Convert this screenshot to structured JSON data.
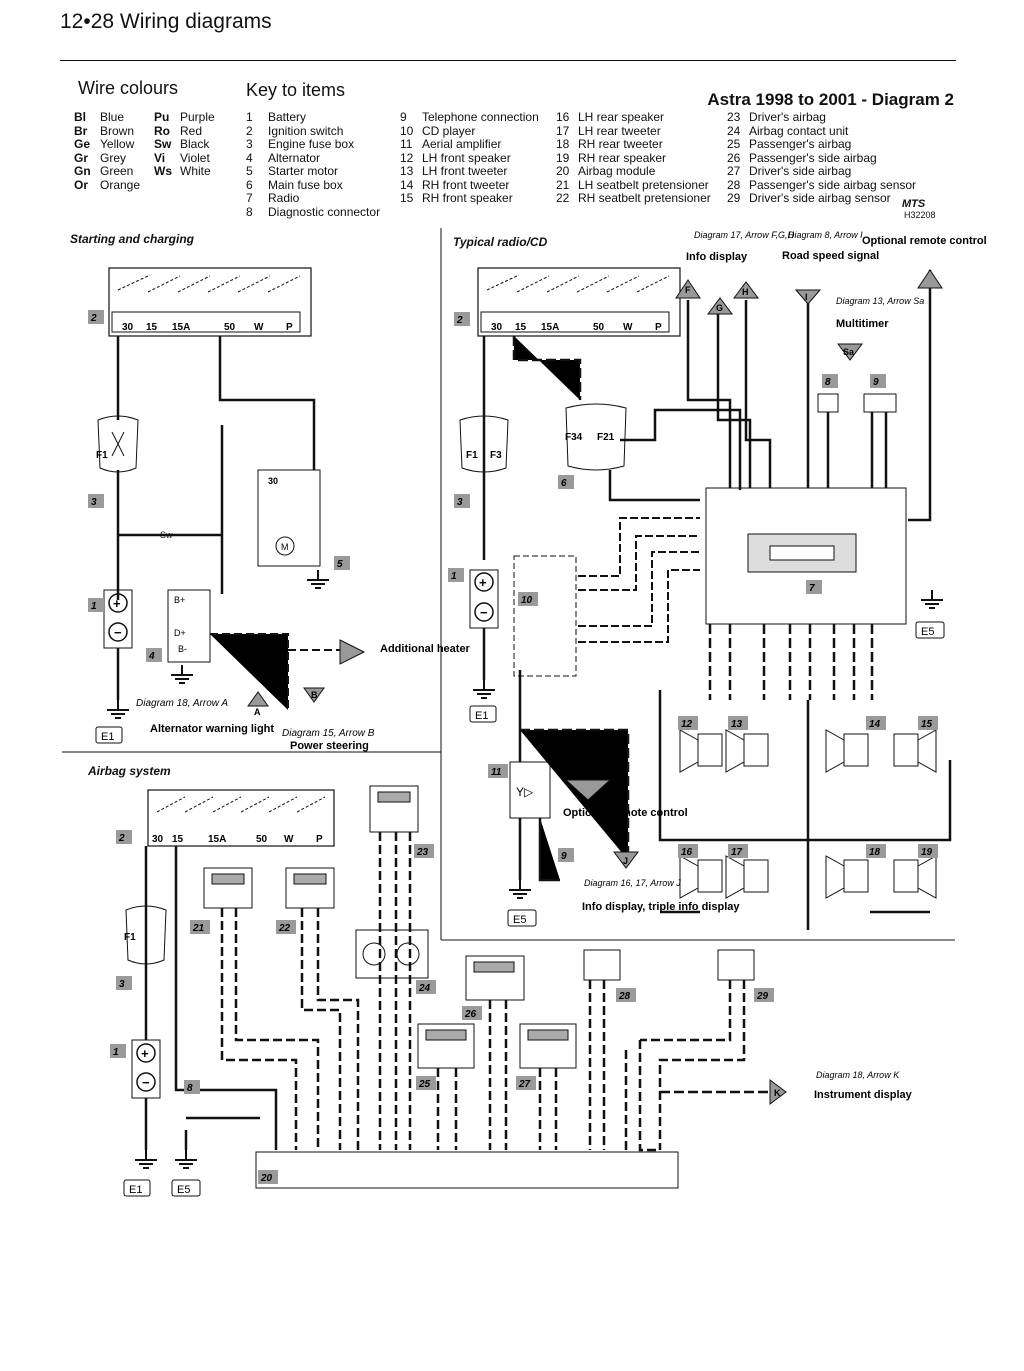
{
  "header": {
    "title": "12•28 Wiring diagrams"
  },
  "wire_colours": {
    "title": "Wire colours",
    "left": [
      {
        "code": "Bl",
        "name": "Blue"
      },
      {
        "code": "Br",
        "name": "Brown"
      },
      {
        "code": "Ge",
        "name": "Yellow"
      },
      {
        "code": "Gr",
        "name": "Grey"
      },
      {
        "code": "Gn",
        "name": "Green"
      },
      {
        "code": "Or",
        "name": "Orange"
      }
    ],
    "right": [
      {
        "code": "Pu",
        "name": "Purple"
      },
      {
        "code": "Ro",
        "name": "Red"
      },
      {
        "code": "Sw",
        "name": "Black"
      },
      {
        "code": "Vi",
        "name": "Violet"
      },
      {
        "code": "Ws",
        "name": "White"
      }
    ]
  },
  "key_to_items": {
    "title": "Key to items",
    "col1": [
      {
        "n": "1",
        "t": "Battery"
      },
      {
        "n": "2",
        "t": "Ignition switch"
      },
      {
        "n": "3",
        "t": "Engine fuse box"
      },
      {
        "n": "4",
        "t": "Alternator"
      },
      {
        "n": "5",
        "t": "Starter motor"
      },
      {
        "n": "6",
        "t": "Main fuse box"
      },
      {
        "n": "7",
        "t": "Radio"
      },
      {
        "n": "8",
        "t": "Diagnostic connector"
      }
    ],
    "col2": [
      {
        "n": "9",
        "t": "Telephone connection"
      },
      {
        "n": "10",
        "t": "CD player"
      },
      {
        "n": "11",
        "t": "Aerial amplifier"
      },
      {
        "n": "12",
        "t": "LH front speaker"
      },
      {
        "n": "13",
        "t": "LH front tweeter"
      },
      {
        "n": "14",
        "t": "RH front tweeter"
      },
      {
        "n": "15",
        "t": "RH front speaker"
      }
    ],
    "col3": [
      {
        "n": "16",
        "t": "LH rear speaker"
      },
      {
        "n": "17",
        "t": "LH rear tweeter"
      },
      {
        "n": "18",
        "t": "RH rear tweeter"
      },
      {
        "n": "19",
        "t": "RH rear speaker"
      },
      {
        "n": "20",
        "t": "Airbag module"
      },
      {
        "n": "21",
        "t": "LH seatbelt pretensioner"
      },
      {
        "n": "22",
        "t": "RH seatbelt pretensioner"
      }
    ],
    "col4": [
      {
        "n": "23",
        "t": "Driver's airbag"
      },
      {
        "n": "24",
        "t": "Airbag contact unit"
      },
      {
        "n": "25",
        "t": "Passenger's airbag"
      },
      {
        "n": "26",
        "t": "Passenger's side airbag"
      },
      {
        "n": "27",
        "t": "Driver's side airbag"
      },
      {
        "n": "28",
        "t": "Passenger's side airbag sensor"
      },
      {
        "n": "29",
        "t": "Driver's side airbag sensor"
      }
    ]
  },
  "diagram_title": "Astra 1998 to 2001 - Diagram 2",
  "mts": {
    "logo": "MTS",
    "code": "H32208"
  },
  "sections": {
    "starting": "Starting and charging",
    "radio": "Typical radio/CD",
    "airbag": "Airbag system"
  },
  "labels": {
    "additional_heater": "Additional heater",
    "diag18a": "Diagram 18, Arrow A",
    "alt_warning": "Alternator warning light",
    "diag15b": "Diagram 15, Arrow B",
    "power_steering": "Power steering",
    "diag17": "Diagram 17, Arrow F,G,H",
    "info_display": "Info display",
    "diag8": "Diagram 8, Arrow I",
    "road_speed": "Road speed signal",
    "opt_remote_top": "Optional remote control",
    "diag13": "Diagram 13, Arrow Sa",
    "multitimer": "Multitimer",
    "opt_remote_mid": "Optional remote control",
    "diag1617": "Diagram 16, 17, Arrow J",
    "info_triple": "Info display, triple info display",
    "diag18k": "Diagram 18, Arrow K",
    "instrument_display": "Instrument display"
  },
  "item_tags": [
    "1",
    "2",
    "3",
    "4",
    "5",
    "6",
    "7",
    "8",
    "9",
    "10",
    "11",
    "12",
    "13",
    "14",
    "15",
    "16",
    "17",
    "18",
    "19",
    "20",
    "21",
    "22",
    "23",
    "24",
    "25",
    "26",
    "27",
    "28",
    "29"
  ],
  "grounds": [
    "E1",
    "E5"
  ],
  "arrows": [
    "A",
    "B",
    "F",
    "G",
    "H",
    "I",
    "J",
    "K",
    "Sa"
  ]
}
